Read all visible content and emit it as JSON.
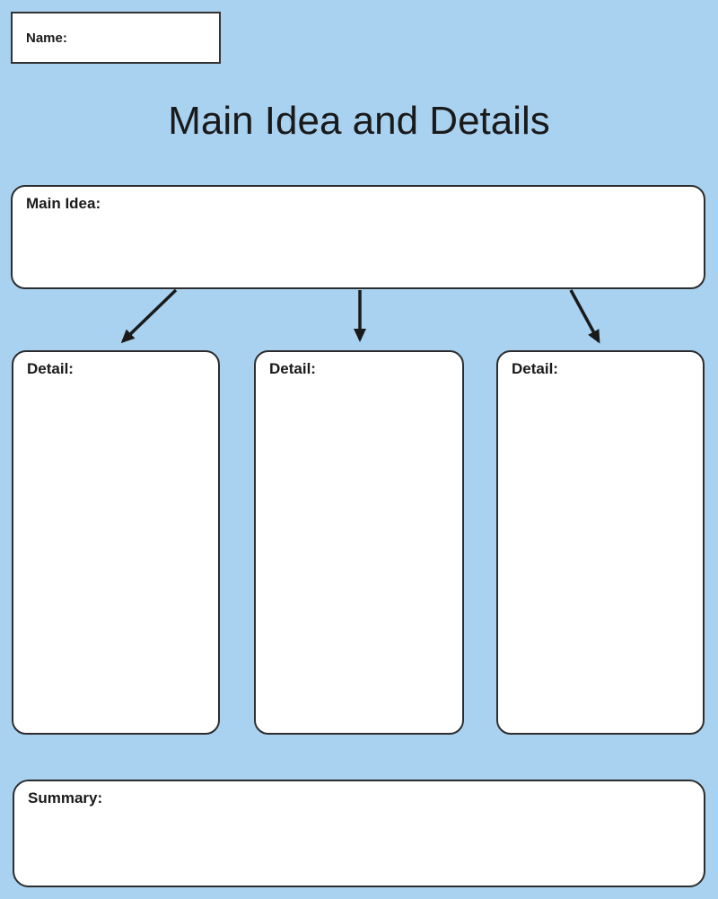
{
  "page": {
    "title": "Main Idea and Details",
    "background_color": "#a9d2f1",
    "box_fill_color": "#ffffff",
    "box_border_color": "#2d2d2d",
    "arrow_color": "#1a1a1a"
  },
  "name_box": {
    "label": "Name:",
    "value": ""
  },
  "main_idea_box": {
    "label": "Main Idea:",
    "value": ""
  },
  "detail_boxes": [
    {
      "label": "Detail:",
      "value": ""
    },
    {
      "label": "Detail:",
      "value": ""
    },
    {
      "label": "Detail:",
      "value": ""
    }
  ],
  "summary_box": {
    "label": "Summary:",
    "value": ""
  }
}
